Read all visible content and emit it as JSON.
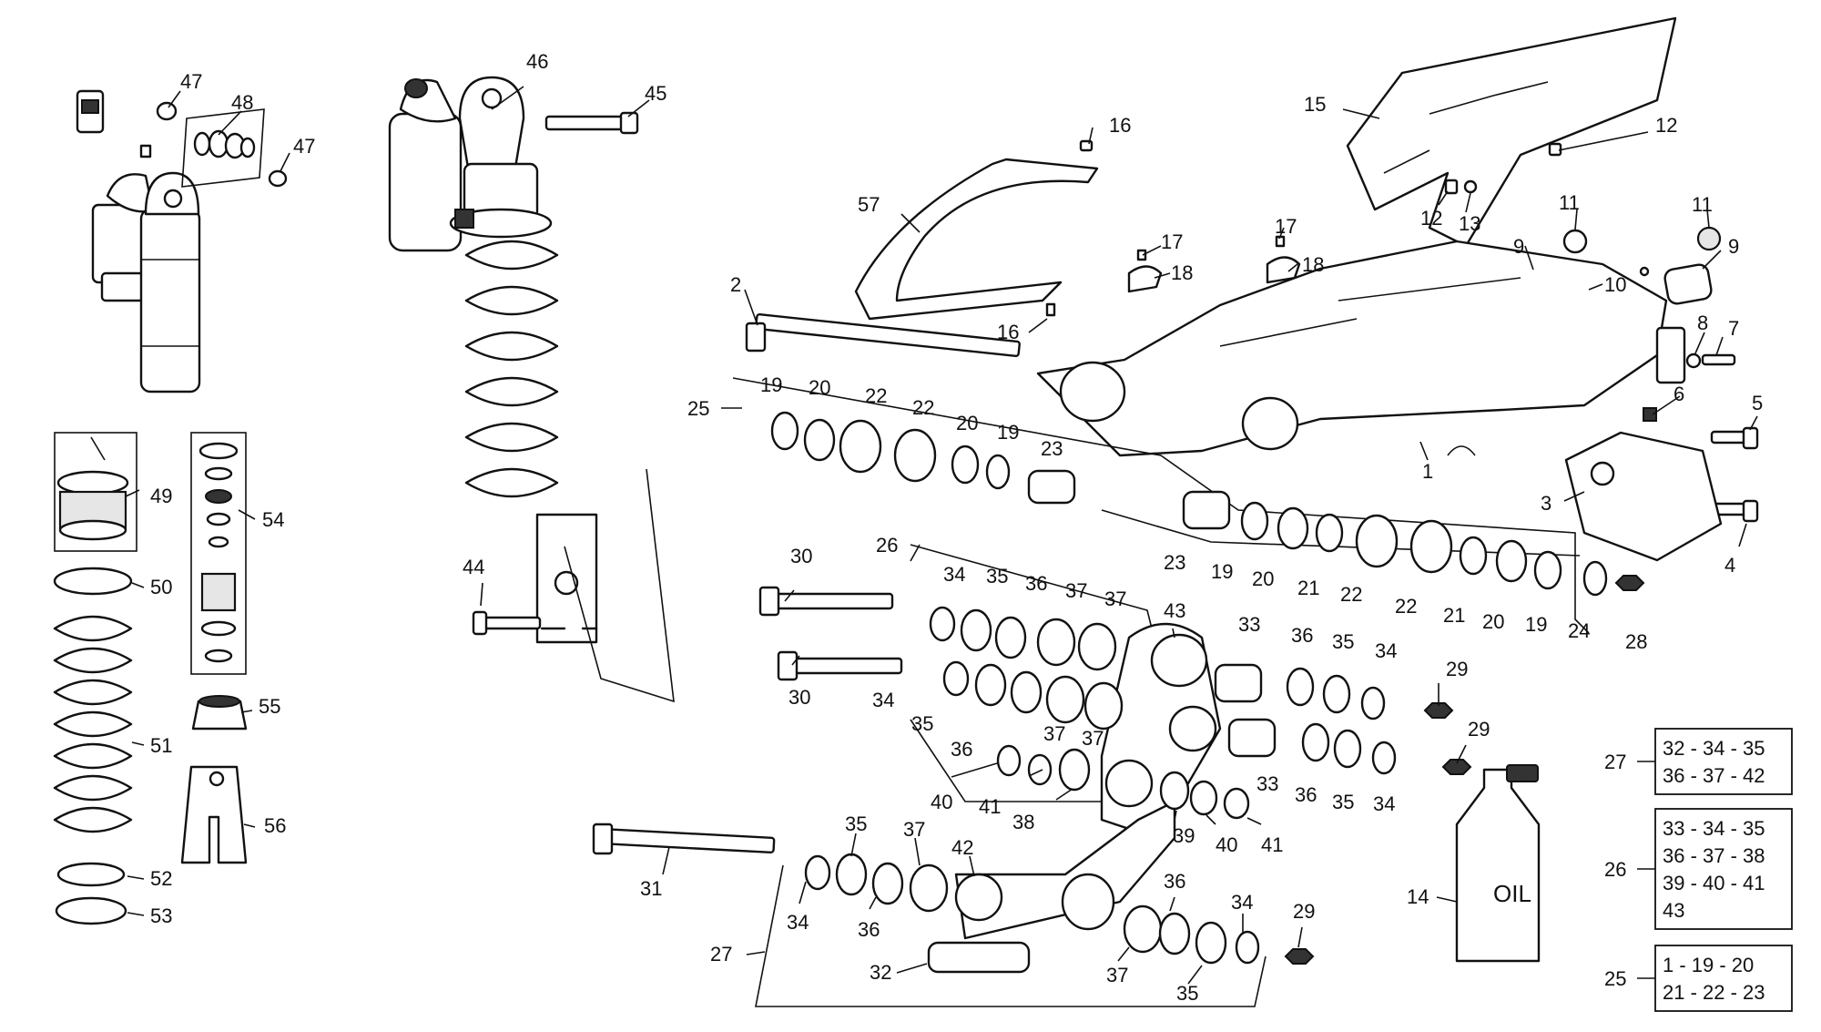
{
  "callouts": [
    {
      "id": "c46",
      "text": "46"
    },
    {
      "id": "c45",
      "text": "45"
    },
    {
      "id": "c47a",
      "text": "47"
    },
    {
      "id": "c48",
      "text": "48"
    },
    {
      "id": "c47b",
      "text": "47"
    },
    {
      "id": "c49",
      "text": "49"
    },
    {
      "id": "c54",
      "text": "54"
    },
    {
      "id": "c50",
      "text": "50"
    },
    {
      "id": "c51",
      "text": "51"
    },
    {
      "id": "c55",
      "text": "55"
    },
    {
      "id": "c56",
      "text": "56"
    },
    {
      "id": "c52",
      "text": "52"
    },
    {
      "id": "c53",
      "text": "53"
    },
    {
      "id": "c44",
      "text": "44"
    },
    {
      "id": "c16a",
      "text": "16"
    },
    {
      "id": "c57",
      "text": "57"
    },
    {
      "id": "c16b",
      "text": "16"
    },
    {
      "id": "c15",
      "text": "15"
    },
    {
      "id": "c12a",
      "text": "12"
    },
    {
      "id": "c12b",
      "text": "12"
    },
    {
      "id": "c13",
      "text": "13"
    },
    {
      "id": "c11a",
      "text": "11"
    },
    {
      "id": "c11b",
      "text": "11"
    },
    {
      "id": "c17a",
      "text": "17"
    },
    {
      "id": "c18a",
      "text": "18"
    },
    {
      "id": "c17b",
      "text": "17"
    },
    {
      "id": "c18b",
      "text": "18"
    },
    {
      "id": "c9a",
      "text": "9"
    },
    {
      "id": "c10",
      "text": "10"
    },
    {
      "id": "c9b",
      "text": "9"
    },
    {
      "id": "c8",
      "text": "8"
    },
    {
      "id": "c7",
      "text": "7"
    },
    {
      "id": "c6",
      "text": "6"
    },
    {
      "id": "c5",
      "text": "5"
    },
    {
      "id": "c3",
      "text": "3"
    },
    {
      "id": "c4",
      "text": "4"
    },
    {
      "id": "c1",
      "text": "1"
    },
    {
      "id": "c2",
      "text": "2"
    },
    {
      "id": "c25",
      "text": "25"
    },
    {
      "id": "c19a",
      "text": "19"
    },
    {
      "id": "c20a",
      "text": "20"
    },
    {
      "id": "c22a",
      "text": "22"
    },
    {
      "id": "c22b",
      "text": "22"
    },
    {
      "id": "c20b",
      "text": "20"
    },
    {
      "id": "c19b",
      "text": "19"
    },
    {
      "id": "c23a",
      "text": "23"
    },
    {
      "id": "c23b",
      "text": "23"
    },
    {
      "id": "c19c",
      "text": "19"
    },
    {
      "id": "c20c",
      "text": "20"
    },
    {
      "id": "c21a",
      "text": "21"
    },
    {
      "id": "c22c",
      "text": "22"
    },
    {
      "id": "c22d",
      "text": "22"
    },
    {
      "id": "c21b",
      "text": "21"
    },
    {
      "id": "c20d",
      "text": "20"
    },
    {
      "id": "c19d",
      "text": "19"
    },
    {
      "id": "c24",
      "text": "24"
    },
    {
      "id": "c28",
      "text": "28"
    },
    {
      "id": "c26",
      "text": "26"
    },
    {
      "id": "c30a",
      "text": "30"
    },
    {
      "id": "c34a",
      "text": "34"
    },
    {
      "id": "c35a",
      "text": "35"
    },
    {
      "id": "c36a",
      "text": "36"
    },
    {
      "id": "c37a",
      "text": "37"
    },
    {
      "id": "c37b",
      "text": "37"
    },
    {
      "id": "c43",
      "text": "43"
    },
    {
      "id": "c33a",
      "text": "33"
    },
    {
      "id": "c36b",
      "text": "36"
    },
    {
      "id": "c35b",
      "text": "35"
    },
    {
      "id": "c34b",
      "text": "34"
    },
    {
      "id": "c29a",
      "text": "29"
    },
    {
      "id": "c30b",
      "text": "30"
    },
    {
      "id": "c34c",
      "text": "34"
    },
    {
      "id": "c35c",
      "text": "35"
    },
    {
      "id": "c36c",
      "text": "36"
    },
    {
      "id": "c37c",
      "text": "37"
    },
    {
      "id": "c37d",
      "text": "37"
    },
    {
      "id": "c29b",
      "text": "29"
    },
    {
      "id": "c33b",
      "text": "33"
    },
    {
      "id": "c36d",
      "text": "36"
    },
    {
      "id": "c35d",
      "text": "35"
    },
    {
      "id": "c34d",
      "text": "34"
    },
    {
      "id": "c40a",
      "text": "40"
    },
    {
      "id": "c41a",
      "text": "41"
    },
    {
      "id": "c38",
      "text": "38"
    },
    {
      "id": "c39",
      "text": "39"
    },
    {
      "id": "c40b",
      "text": "40"
    },
    {
      "id": "c41b",
      "text": "41"
    },
    {
      "id": "c31",
      "text": "31"
    },
    {
      "id": "c35e",
      "text": "35"
    },
    {
      "id": "c37e",
      "text": "37"
    },
    {
      "id": "c42",
      "text": "42"
    },
    {
      "id": "c34e",
      "text": "34"
    },
    {
      "id": "c36e",
      "text": "36"
    },
    {
      "id": "c36f",
      "text": "36"
    },
    {
      "id": "c34f",
      "text": "34"
    },
    {
      "id": "c29c",
      "text": "29"
    },
    {
      "id": "c27",
      "text": "27"
    },
    {
      "id": "c32",
      "text": "32"
    },
    {
      "id": "c37f",
      "text": "37"
    },
    {
      "id": "c35f",
      "text": "35"
    },
    {
      "id": "c14",
      "text": "14"
    }
  ],
  "oil_label": "OIL",
  "kits": [
    {
      "label": "27",
      "lines": [
        "32 - 34 - 35",
        "36 - 37 - 42"
      ]
    },
    {
      "label": "26",
      "lines": [
        "33 - 34 - 35",
        "36 - 37 - 38",
        "39 - 40 - 41",
        "43"
      ]
    },
    {
      "label": "25",
      "lines": [
        "1 - 19 - 20",
        "21 - 22 - 23"
      ]
    }
  ]
}
